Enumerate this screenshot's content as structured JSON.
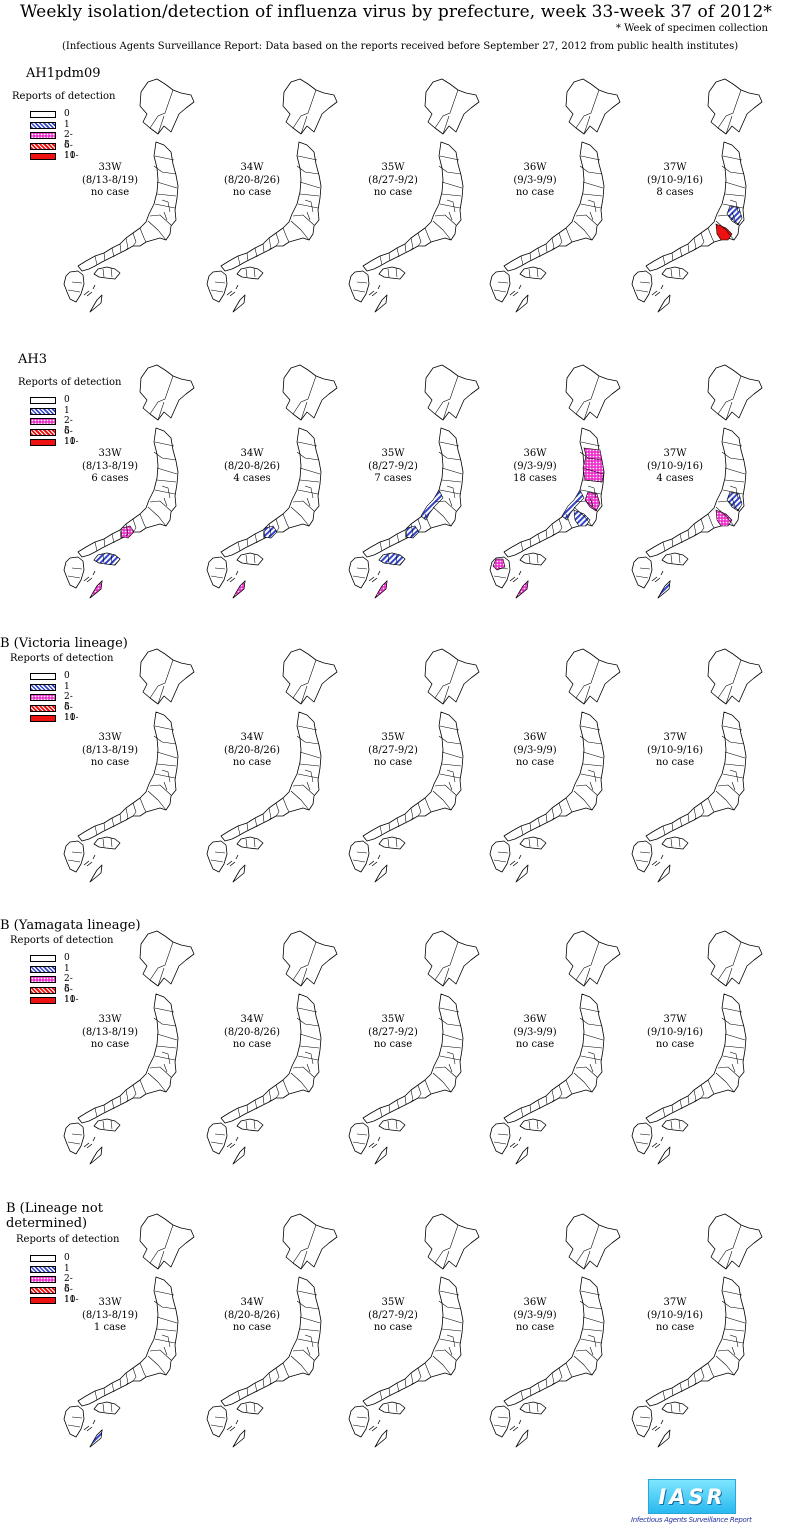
{
  "title": "Weekly isolation/detection of influenza virus by prefecture, week 33-week 37 of 2012*",
  "note": "* Week of specimen collection",
  "source": "(Infectious Agents Surveillance Report: Data based on the reports received before September 27, 2012 from public health institutes)",
  "legend": {
    "title": "Reports of detection",
    "items": [
      {
        "label": "0",
        "style": "none"
      },
      {
        "label": "1",
        "style": "blue-hatch"
      },
      {
        "label": "2-5",
        "style": "pink-dots"
      },
      {
        "label": "6-10",
        "style": "red-hatch"
      },
      {
        "label": "11-",
        "style": "red-solid"
      }
    ]
  },
  "colors": {
    "blue": "#3344cc",
    "pink": "#ee33cc",
    "red": "#ee1111",
    "outline": "#000000",
    "logo": "#33bbee"
  },
  "weeks": [
    {
      "week": "33W",
      "dates": "(8/13-8/19)"
    },
    {
      "week": "34W",
      "dates": "(8/20-8/26)"
    },
    {
      "week": "35W",
      "dates": "(8/27-9/2)"
    },
    {
      "week": "36W",
      "dates": "(9/3-9/9)"
    },
    {
      "week": "37W",
      "dates": "(9/10-9/16)"
    }
  ],
  "panels": [
    {
      "virus": "AH1pdm09",
      "cases": [
        "no case",
        "no case",
        "no case",
        "no case",
        "8 cases"
      ],
      "shaded": [
        [],
        [],
        [],
        [],
        [
          {
            "region": "kanto",
            "style": "blue-hatch"
          },
          {
            "region": "tokai",
            "style": "red-solid"
          }
        ]
      ]
    },
    {
      "virus": "AH3",
      "cases": [
        "6 cases",
        "4 cases",
        "7 cases",
        "18 cases",
        "4 cases"
      ],
      "shaded": [
        [
          {
            "region": "kinki",
            "style": "pink-dots"
          },
          {
            "region": "shikoku",
            "style": "blue-hatch"
          },
          {
            "region": "okinawa",
            "style": "pink-dots"
          }
        ],
        [
          {
            "region": "kinki",
            "style": "blue-hatch"
          },
          {
            "region": "okinawa",
            "style": "pink-dots"
          }
        ],
        [
          {
            "region": "hokuriku",
            "style": "blue-hatch"
          },
          {
            "region": "kinki",
            "style": "blue-hatch"
          },
          {
            "region": "shikoku",
            "style": "blue-hatch"
          },
          {
            "region": "okinawa",
            "style": "pink-dots"
          }
        ],
        [
          {
            "region": "tohoku",
            "style": "pink-dots"
          },
          {
            "region": "hokuriku",
            "style": "blue-hatch"
          },
          {
            "region": "kanto",
            "style": "pink-dots"
          },
          {
            "region": "tokai",
            "style": "blue-hatch"
          },
          {
            "region": "kyushu",
            "style": "pink-dots"
          },
          {
            "region": "okinawa",
            "style": "pink-dots"
          }
        ],
        [
          {
            "region": "kanto",
            "style": "blue-hatch"
          },
          {
            "region": "tokai",
            "style": "pink-dots"
          },
          {
            "region": "okinawa",
            "style": "blue-hatch"
          }
        ]
      ]
    },
    {
      "virus": "B (Victoria lineage)",
      "cases": [
        "no case",
        "no case",
        "no case",
        "no case",
        "no case"
      ],
      "shaded": [
        [],
        [],
        [],
        [],
        []
      ]
    },
    {
      "virus": "B (Yamagata lineage)",
      "cases": [
        "no case",
        "no case",
        "no case",
        "no case",
        "no case"
      ],
      "shaded": [
        [],
        [],
        [],
        [],
        []
      ]
    },
    {
      "virus": "B (Lineage not determined)",
      "cases": [
        "1 case",
        "no case",
        "no case",
        "no case",
        "no case"
      ],
      "shaded": [
        [
          {
            "region": "okinawa",
            "style": "blue-hatch"
          }
        ],
        [],
        [],
        [],
        []
      ]
    }
  ],
  "logo": {
    "text": "IASR",
    "subtitle": "Infectious Agents Surveillance Report"
  }
}
